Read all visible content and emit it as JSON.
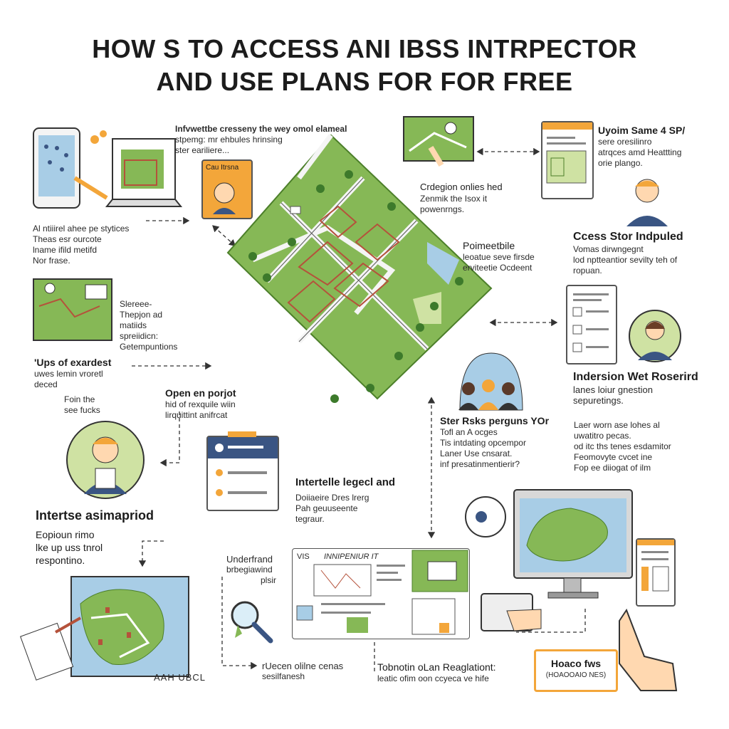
{
  "title": {
    "line1": "HOW S TO ACCESS ANI IBSS INTRPECTOR",
    "line2": "AND USE PLANS FOR FOR FREE"
  },
  "top_center": {
    "l1": "Infvwettbe cresseny the wey omol elameal",
    "l2": "stpemg: mr ehbules hrinsing",
    "l3": "ster eariliere..."
  },
  "left_card_label": "Cau Itrsna",
  "left_top": {
    "l1": "Al ntiiirel ahee pe stytices",
    "l2": "Theas esr ourcote",
    "l3": "lname ifild metifd",
    "l4": "Nor frase."
  },
  "left_mid": {
    "l1": "Slereee-",
    "l2": "Thepjon ad",
    "l3": "matiids",
    "l4": "spreiidicn:",
    "l5": "Getempuntions"
  },
  "left_ups": {
    "l1": "'Ups of exardest",
    "l2": "uwes lemin vroretl",
    "l3": "deced",
    "l4": "Foin the",
    "l5": "see fucks"
  },
  "open_project": {
    "l1": "Open en porjot",
    "l2": "hid of rexquile wiin",
    "l3": "lirquittint anifrcat"
  },
  "inter_left": {
    "h": "Intertse asimapriod",
    "l1": "Eopioun rimo",
    "l2": "lke up uss tnrol",
    "l3": "respontino."
  },
  "map_label": "AAH UBCL",
  "right_top": {
    "h": "Uyoim Same 4 SP/",
    "l1": "sere oresilinro",
    "l2": "atrqces amd Heattting",
    "l3": "orie plango."
  },
  "center_right": {
    "l1": "Crdegion onlies hed",
    "l2": "Zenmik the Isox it",
    "l3": "powenrngs."
  },
  "pointeble": {
    "l1": "Poimeetbile",
    "l2": "leoatue seve firsde",
    "l3": "erviteetie Ocdeent"
  },
  "access_stor": {
    "h": "Ccess Stor Indpuled",
    "l1": "Vomas dirwngegnt",
    "l2": "lod nptteantior sevilty teh of",
    "l3": "ropuan."
  },
  "indersion": {
    "h": "Indersion Wet Roserird",
    "l1": "lanes loiur gnestion",
    "l2": "sepuretings."
  },
  "ster_risks": {
    "h": "Ster Rsks perguns YOr",
    "l1": "Tofl an A ocges",
    "l2": "Tis intdating opcempor",
    "l3": "Laner Use cnsarat.",
    "l4": "inf presatinmentierir?"
  },
  "laer": {
    "l1": "Laer worn ase lohes al",
    "l2": "uwatitro pecas.",
    "l3": "od itc ths tenes esdamitor",
    "l4": "Feomovyte cvcet ine",
    "l5": "Fop ee diiogat of ilm"
  },
  "intertelle": {
    "h": "Intertelle legecl and",
    "l1": "Doiiaeire Dres lrerg",
    "l2": "Pah geuuseente",
    "l3": "tegraur."
  },
  "underfrand": {
    "l1": "Underfrand",
    "l2": "brbegiawind",
    "l3": "plsir"
  },
  "panel": {
    "label1": "VIS",
    "label2": "INNIPENIUR IT"
  },
  "bottom_mid": {
    "l1": "rUecen olilne cenas",
    "l2": "sesilfanesh"
  },
  "bottom_right": {
    "l1": "Tobnotin oLan Reaglationt:",
    "l2": "leatic ofim oon ccyeca ve hife"
  },
  "hoaco": {
    "h": "Hoaco fws",
    "sub": "(HOAOOAIO NES)"
  },
  "colors": {
    "green": "#86b856",
    "dark_green": "#4c7f2a",
    "blue": "#a8cde6",
    "orange": "#f3a63a",
    "red": "#b5523b",
    "navy": "#3a5583"
  }
}
